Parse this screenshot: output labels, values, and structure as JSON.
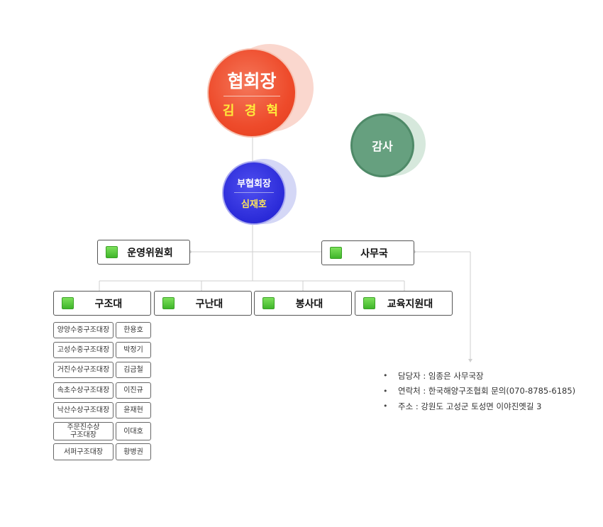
{
  "president": {
    "title": "협회장",
    "name": "김 경 혁"
  },
  "audit": {
    "title": "감사"
  },
  "vice_president": {
    "title": "부협회장",
    "name": "심재호"
  },
  "committee": {
    "label": "운영위원회"
  },
  "secretariat": {
    "label": "사무국"
  },
  "units": [
    {
      "label": "구조대"
    },
    {
      "label": "구난대"
    },
    {
      "label": "봉사대"
    },
    {
      "label": "교육지원대"
    }
  ],
  "rescue_leaders": [
    {
      "role": "양양수중구조대장",
      "name": "한용호"
    },
    {
      "role": "고성수중구조대장",
      "name": "박정기"
    },
    {
      "role": "거진수상구조대장",
      "name": "김금철"
    },
    {
      "role": "속초수상구조대장",
      "name": "이진규"
    },
    {
      "role": "낙산수상구조대장",
      "name": "윤재현"
    },
    {
      "role": "주문진수상\n구조대장",
      "name": "이대호"
    },
    {
      "role": "서퍼구조대장",
      "name": "황병권"
    }
  ],
  "contact": {
    "bullet": "•",
    "lines": [
      "담당자 : 임종은 사무국장",
      "연락처 : 한국해양구조협회 문의(070-8785-6185)",
      "주소 : 강원도 고성군 토성면 이야진옛길 3"
    ]
  },
  "colors": {
    "president": "#ee4b2b",
    "audit": "#66a07f",
    "vice_president": "#2a2ad8",
    "unit_marker": "#4fc93a",
    "connector": "#cccccc"
  }
}
